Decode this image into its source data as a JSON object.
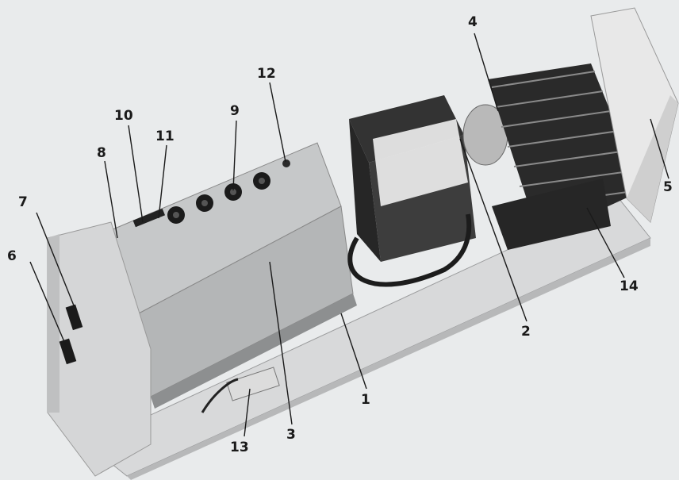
{
  "figure": {
    "callouts": [
      "1",
      "2",
      "3",
      "4",
      "5",
      "6",
      "7",
      "8",
      "9",
      "10",
      "11",
      "12",
      "13",
      "14"
    ]
  },
  "colors": {
    "background": "#e9ebec",
    "housing": "#c9cbcc",
    "heatsink": "#2b2b2b",
    "transformer": "#3a3a3a",
    "label_text": "#1a1a1a"
  }
}
